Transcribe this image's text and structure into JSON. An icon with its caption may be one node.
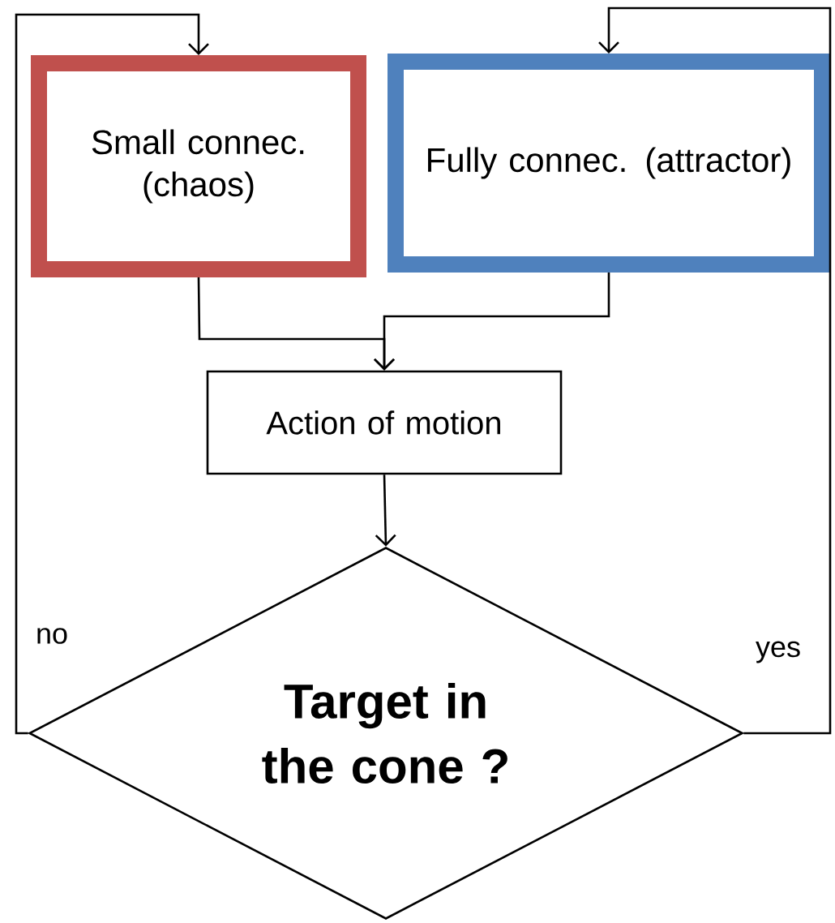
{
  "diagram": {
    "nodes": [
      {
        "text": [
          "Small connec. (chaos)"
        ]
      },
      {
        "text": [
          "Fully connec. (attractor)"
        ]
      },
      {
        "text": [
          "Action of motion"
        ]
      },
      {
        "text": [
          "Target in the cone ?"
        ]
      }
    ],
    "edges": [
      {
        "from": 0,
        "to": 2,
        "arrow": "to"
      },
      {
        "from": 1,
        "to": 2,
        "arrow": "to"
      },
      {
        "from": 2,
        "to": 3,
        "arrow": "to"
      },
      {
        "from": 3,
        "to": 0,
        "arrow": "to",
        "label": "no"
      },
      {
        "from": 3,
        "to": 1,
        "arrow": "to",
        "label": "yes"
      }
    ]
  }
}
